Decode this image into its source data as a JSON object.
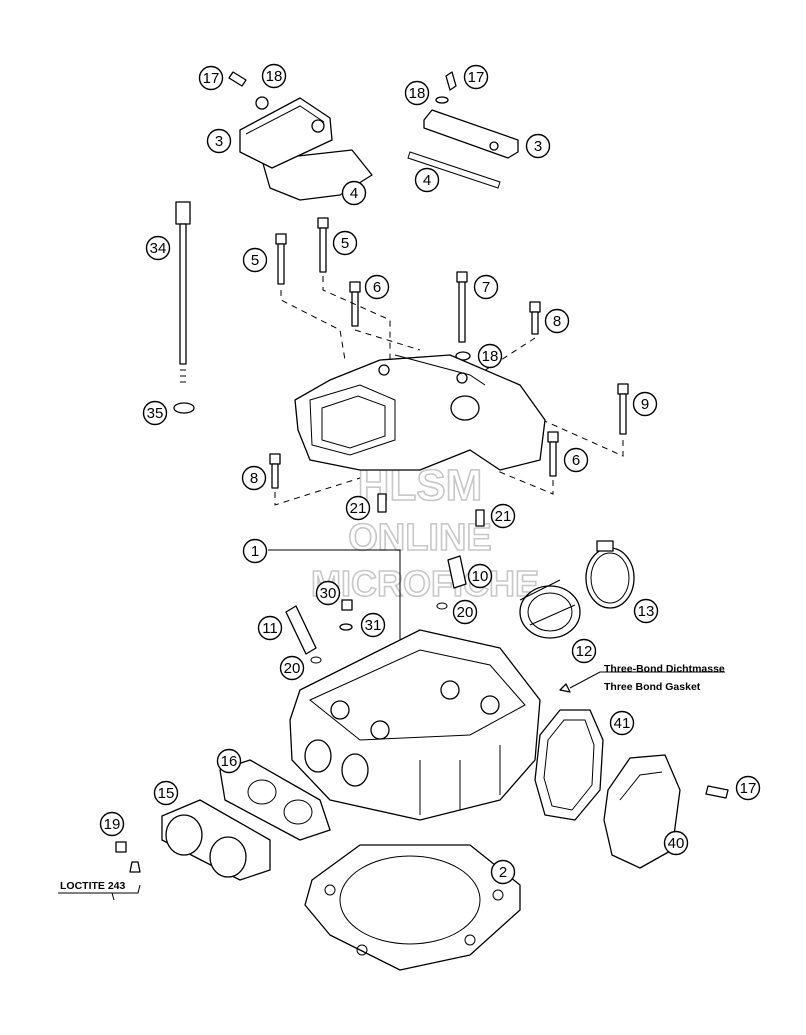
{
  "callouts": [
    {
      "id": "c17a",
      "label": "17"
    },
    {
      "id": "c18a",
      "label": "18"
    },
    {
      "id": "c3a",
      "label": "3"
    },
    {
      "id": "c4a",
      "label": "4"
    },
    {
      "id": "c18b",
      "label": "18"
    },
    {
      "id": "c17b",
      "label": "17"
    },
    {
      "id": "c3b",
      "label": "3"
    },
    {
      "id": "c4b",
      "label": "4"
    },
    {
      "id": "c34",
      "label": "34"
    },
    {
      "id": "c35",
      "label": "35"
    },
    {
      "id": "c5a",
      "label": "5"
    },
    {
      "id": "c5b",
      "label": "5"
    },
    {
      "id": "c6a",
      "label": "6"
    },
    {
      "id": "c7",
      "label": "7"
    },
    {
      "id": "c8a",
      "label": "8"
    },
    {
      "id": "c18c",
      "label": "18"
    },
    {
      "id": "c9",
      "label": "9"
    },
    {
      "id": "c6b",
      "label": "6"
    },
    {
      "id": "c8b",
      "label": "8"
    },
    {
      "id": "c21a",
      "label": "21"
    },
    {
      "id": "c21b",
      "label": "21"
    },
    {
      "id": "c1",
      "label": "1"
    },
    {
      "id": "c10",
      "label": "10"
    },
    {
      "id": "c30",
      "label": "30"
    },
    {
      "id": "c31",
      "label": "31"
    },
    {
      "id": "c20a",
      "label": "20"
    },
    {
      "id": "c13",
      "label": "13"
    },
    {
      "id": "c11",
      "label": "11"
    },
    {
      "id": "c12",
      "label": "12"
    },
    {
      "id": "c20b",
      "label": "20"
    },
    {
      "id": "c41",
      "label": "41"
    },
    {
      "id": "c16",
      "label": "16"
    },
    {
      "id": "c17c",
      "label": "17"
    },
    {
      "id": "c15",
      "label": "15"
    },
    {
      "id": "c19",
      "label": "19"
    },
    {
      "id": "c40",
      "label": "40"
    },
    {
      "id": "c2",
      "label": "2"
    }
  ],
  "notes": {
    "sealant_de": "Three-Bond Dichtmasse",
    "sealant_en": "Three Bond Gasket",
    "loctite": "LOCTITE 243"
  },
  "watermark": {
    "line1": "HLSM",
    "line2": "ONLINE",
    "line3": "MICROFICHE"
  }
}
